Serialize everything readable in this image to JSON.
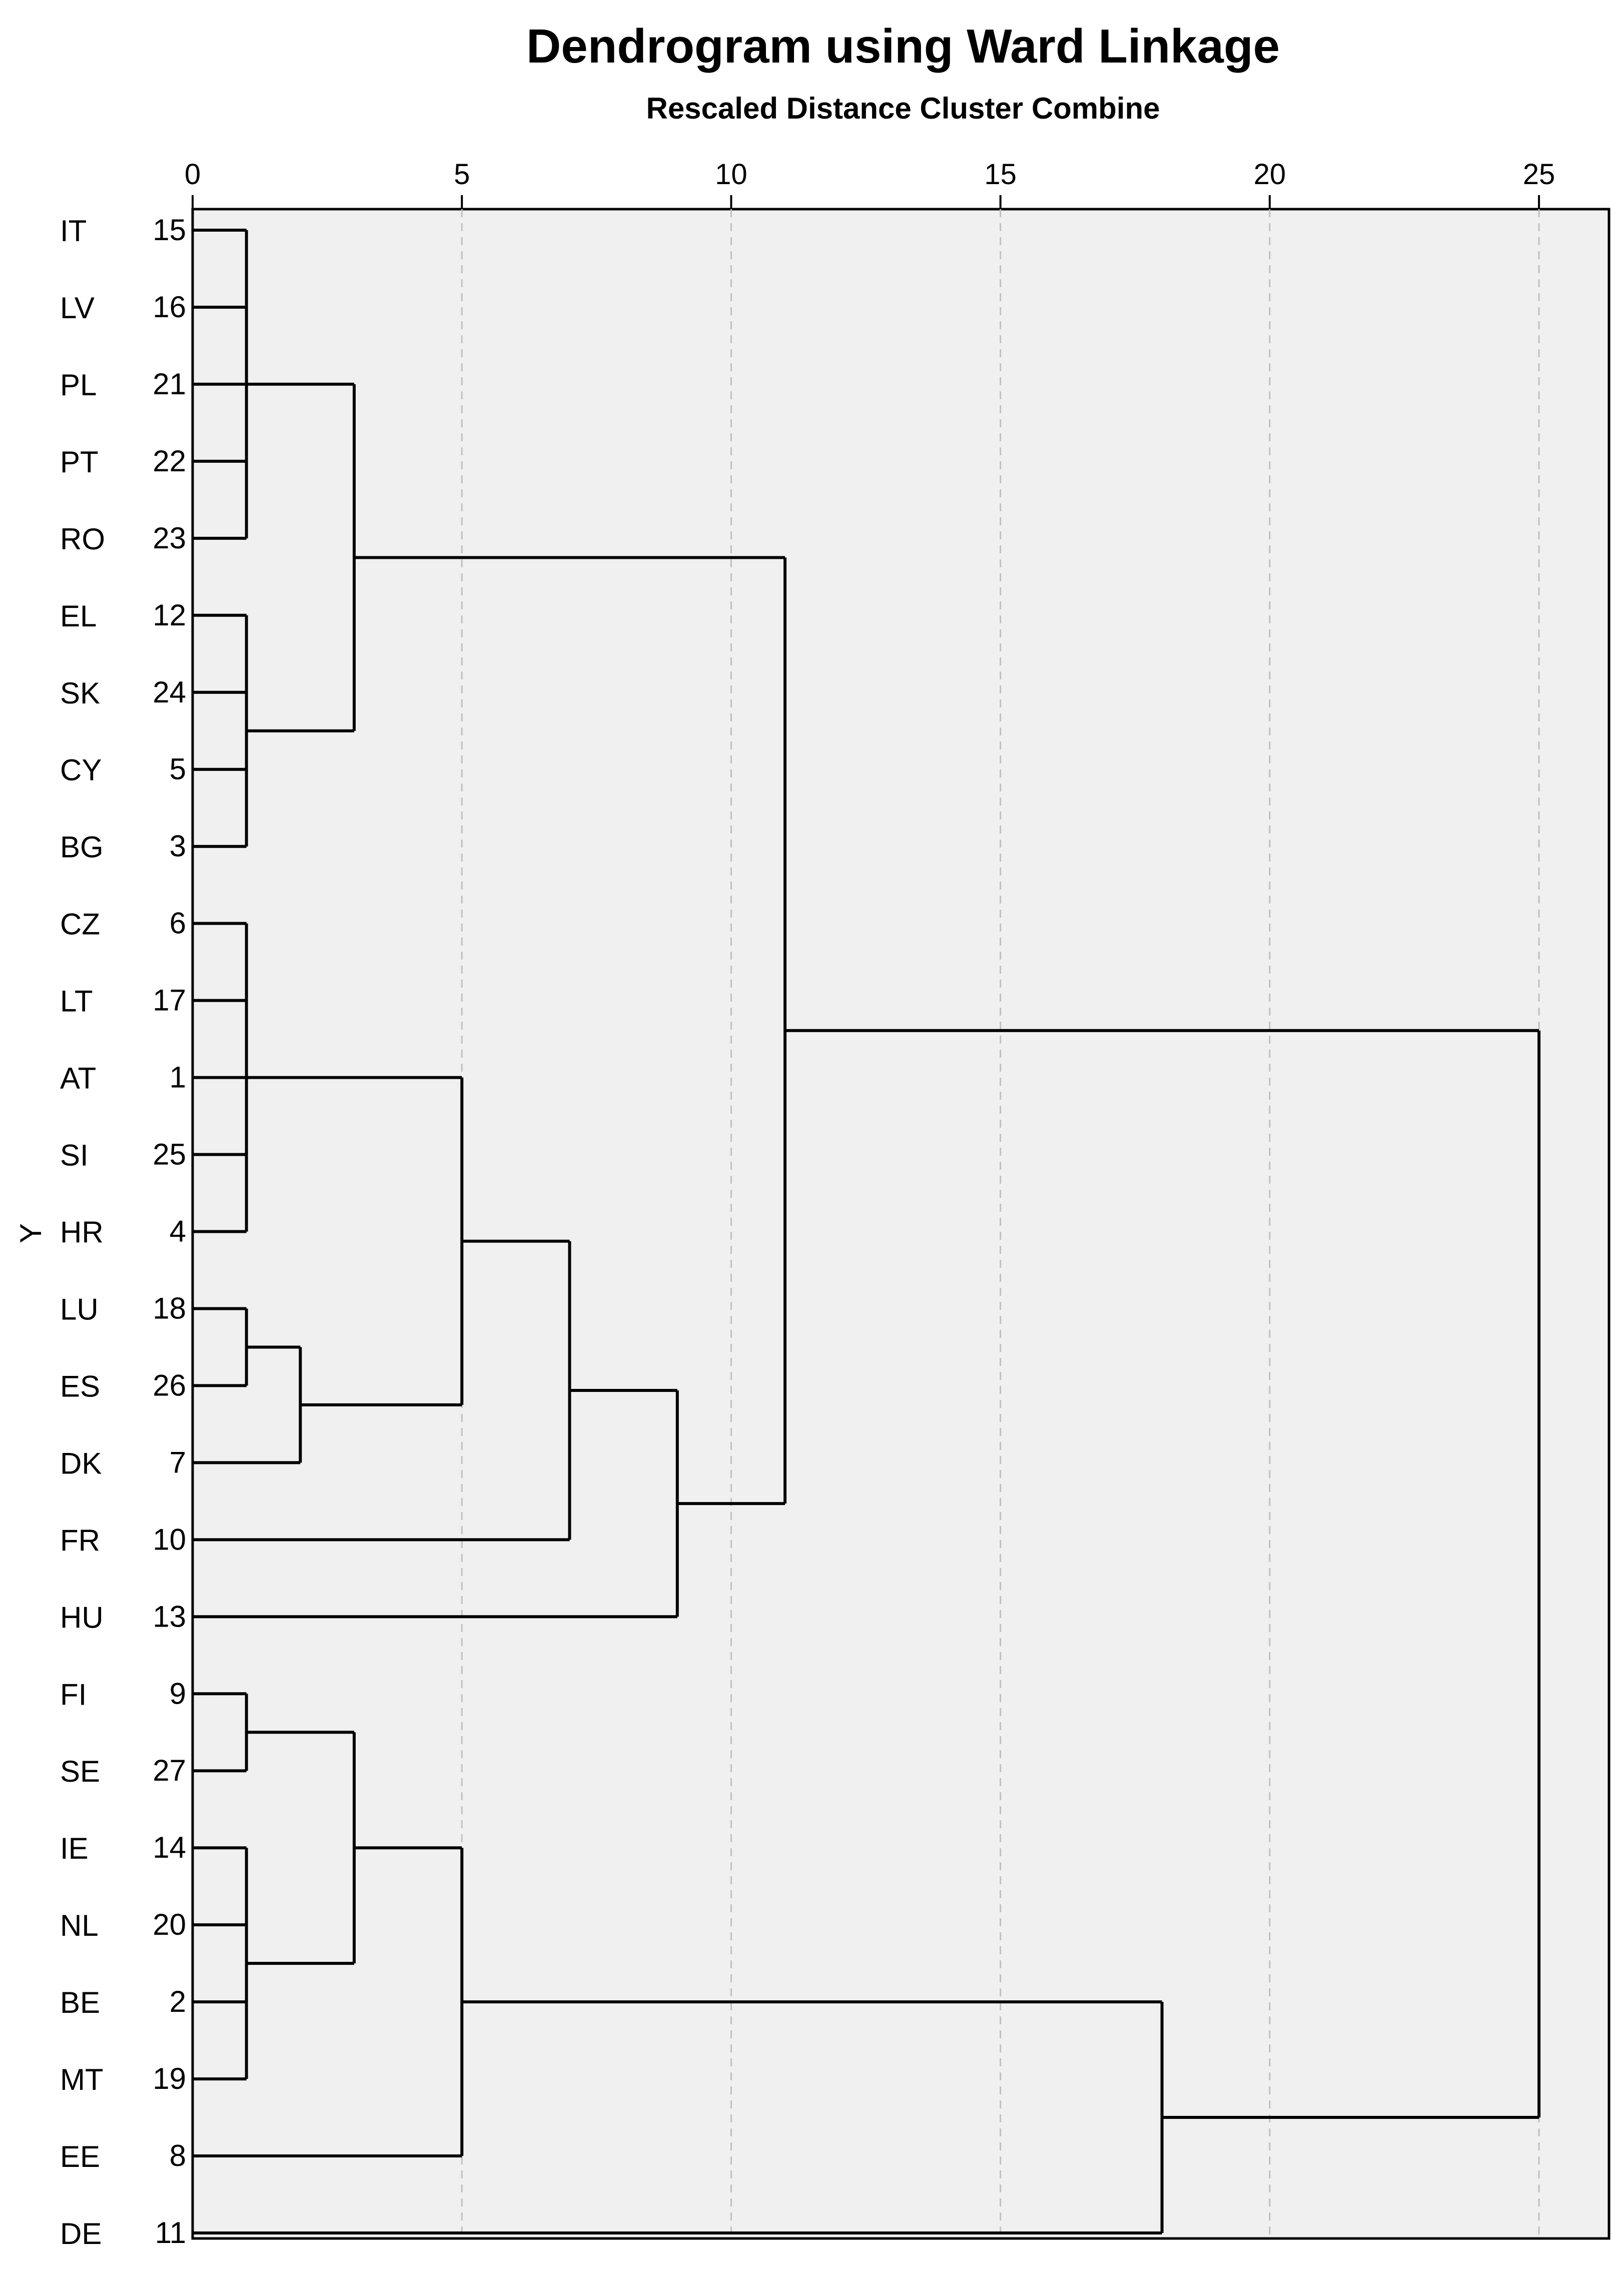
{
  "chart_data": {
    "type": "dendrogram",
    "title": "Dendrogram using Ward Linkage",
    "subtitle": "Rescaled Distance Cluster Combine",
    "ylabel": "Y",
    "xlim": [
      0,
      26.3
    ],
    "xticks": [
      0,
      5,
      10,
      15,
      20,
      25
    ],
    "grid": true,
    "leaves": [
      {
        "label": "IT",
        "id": "15"
      },
      {
        "label": "LV",
        "id": "16"
      },
      {
        "label": "PL",
        "id": "21"
      },
      {
        "label": "PT",
        "id": "22"
      },
      {
        "label": "RO",
        "id": "23"
      },
      {
        "label": "EL",
        "id": "12"
      },
      {
        "label": "SK",
        "id": "24"
      },
      {
        "label": "CY",
        "id": "5"
      },
      {
        "label": "BG",
        "id": "3"
      },
      {
        "label": "CZ",
        "id": "6"
      },
      {
        "label": "LT",
        "id": "17"
      },
      {
        "label": "AT",
        "id": "1"
      },
      {
        "label": "SI",
        "id": "25"
      },
      {
        "label": "HR",
        "id": "4"
      },
      {
        "label": "LU",
        "id": "18"
      },
      {
        "label": "ES",
        "id": "26"
      },
      {
        "label": "DK",
        "id": "7"
      },
      {
        "label": "FR",
        "id": "10"
      },
      {
        "label": "HU",
        "id": "13"
      },
      {
        "label": "FI",
        "id": "9"
      },
      {
        "label": "SE",
        "id": "27"
      },
      {
        "label": "IE",
        "id": "14"
      },
      {
        "label": "NL",
        "id": "20"
      },
      {
        "label": "BE",
        "id": "2"
      },
      {
        "label": "MT",
        "id": "19"
      },
      {
        "label": "EE",
        "id": "8"
      },
      {
        "label": "DE",
        "id": "11"
      }
    ],
    "merges": [
      {
        "children": [
          0,
          1,
          2,
          3,
          4
        ],
        "distance": 1
      },
      {
        "children": [
          5,
          6,
          7,
          8
        ],
        "distance": 1
      },
      {
        "children": [
          27,
          28
        ],
        "distance": 3
      },
      {
        "children": [
          9,
          10,
          11,
          12,
          13
        ],
        "distance": 1
      },
      {
        "children": [
          14,
          15
        ],
        "distance": 1
      },
      {
        "children": [
          31,
          16
        ],
        "distance": 2
      },
      {
        "children": [
          30,
          32
        ],
        "distance": 5
      },
      {
        "children": [
          33,
          17
        ],
        "distance": 7
      },
      {
        "children": [
          34,
          18
        ],
        "distance": 9
      },
      {
        "children": [
          29,
          35
        ],
        "distance": 11
      },
      {
        "children": [
          19,
          20
        ],
        "distance": 1
      },
      {
        "children": [
          21,
          22,
          23,
          24
        ],
        "distance": 1
      },
      {
        "children": [
          37,
          38
        ],
        "distance": 3
      },
      {
        "children": [
          39,
          25
        ],
        "distance": 5
      },
      {
        "children": [
          40,
          26
        ],
        "distance": 18
      },
      {
        "children": [
          36,
          41
        ],
        "distance": 25
      }
    ]
  }
}
